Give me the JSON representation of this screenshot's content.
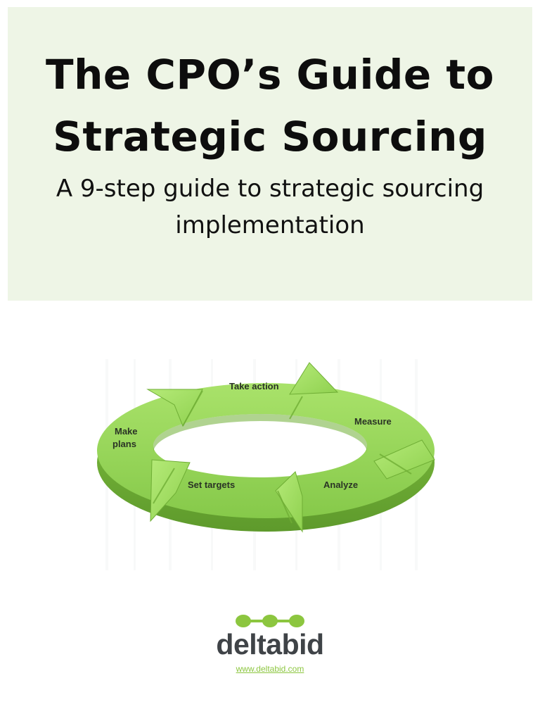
{
  "header": {
    "title_line1": "The CPO’s Guide to",
    "title_line2": "Strategic Sourcing",
    "subtitle_line1": "A 9-step guide to strategic sourcing",
    "subtitle_line2": "implementation"
  },
  "cycle": {
    "steps": [
      "Take action",
      "Measure",
      "Analyze",
      "Set targets",
      "Make plans"
    ]
  },
  "brand": {
    "name": "deltabid",
    "url": "www.deltabid.com"
  },
  "colors": {
    "hero_background": "#eef5e6",
    "cycle_green": "#8fd14f",
    "brand_text": "#3f4347",
    "brand_accent": "#8cc63f"
  }
}
